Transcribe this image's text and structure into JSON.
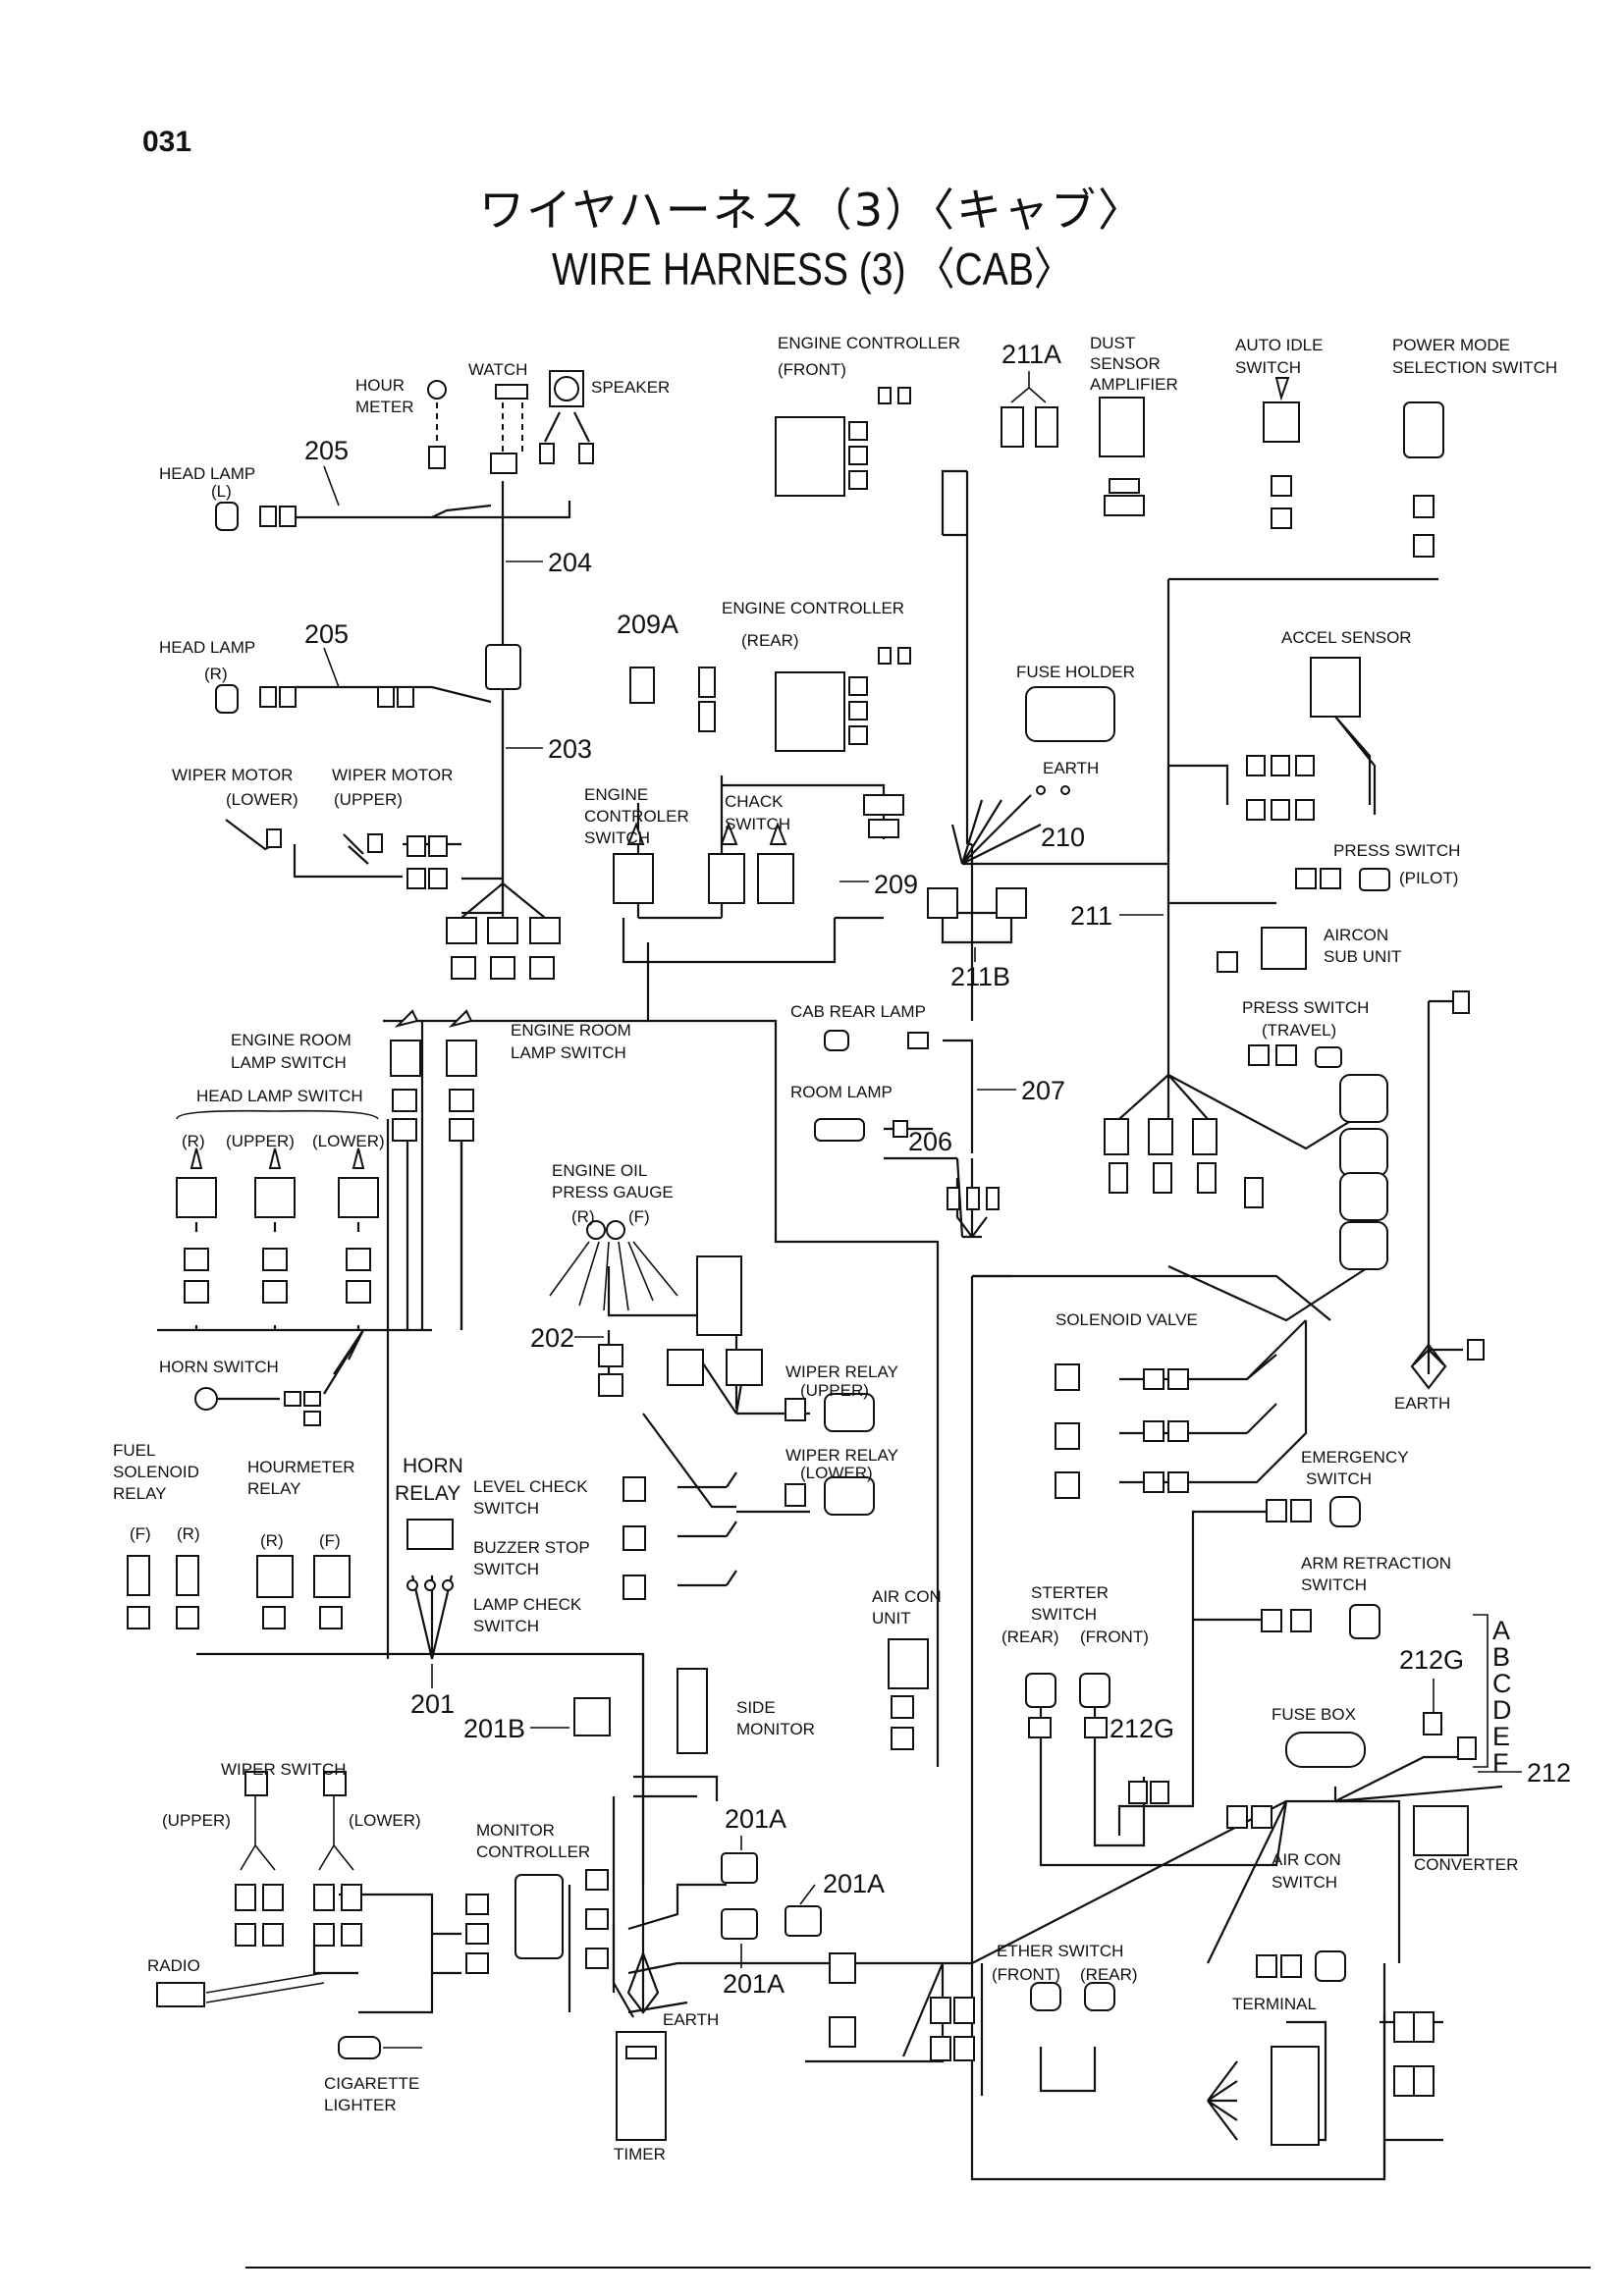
{
  "page_number": "031",
  "title_jp": "ワイヤハーネス（3）〈キャブ〉",
  "title_en": "WIRE HARNESS (3) 〈CAB〉",
  "labels": {
    "head_lamp_l": "HEAD LAMP",
    "head_lamp_l_side": "(L)",
    "hour_meter_1": "HOUR",
    "hour_meter_2": "METER",
    "watch": "WATCH",
    "speaker": "SPEAKER",
    "head_lamp_r": "HEAD LAMP",
    "head_lamp_r_side": "(R)",
    "wiper_motor_lower_1": "WIPER MOTOR",
    "wiper_motor_lower_2": "(LOWER)",
    "wiper_motor_upper_1": "WIPER MOTOR",
    "wiper_motor_upper_2": "(UPPER)",
    "engine_room_lamp_switch_a1": "ENGINE ROOM",
    "engine_room_lamp_switch_a2": "LAMP SWITCH",
    "engine_room_lamp_switch_b1": "ENGINE ROOM",
    "engine_room_lamp_switch_b2": "LAMP SWITCH",
    "head_lamp_switch": "HEAD LAMP SWITCH",
    "hls_r": "(R)",
    "hls_upper": "(UPPER)",
    "hls_lower": "(LOWER)",
    "horn_switch": "HORN SWITCH",
    "fuel_solenoid_relay_1": "FUEL",
    "fuel_solenoid_relay_2": "SOLENOID",
    "fuel_solenoid_relay_3": "RELAY",
    "fsr_f": "(F)",
    "fsr_r": "(R)",
    "hourmeter_relay_1": "HOURMETER",
    "hourmeter_relay_2": "RELAY",
    "hmr_r": "(R)",
    "hmr_f": "(F)",
    "horn_relay_1": "HORN",
    "horn_relay_2": "RELAY",
    "wiper_switch": "WIPER SWITCH",
    "ws_upper": "(UPPER)",
    "ws_lower": "(LOWER)",
    "radio": "RADIO",
    "cigarette_lighter_1": "CIGARETTE",
    "cigarette_lighter_2": "LIGHTER",
    "monitor_controller_1": "MONITOR",
    "monitor_controller_2": "CONTROLLER",
    "timer": "TIMER",
    "earth_bottom": "EARTH",
    "engine_controller_front_1": "ENGINE CONTROLLER",
    "engine_controller_front_2": "(FRONT)",
    "dust_sensor_1": "DUST",
    "dust_sensor_2": "SENSOR",
    "dust_sensor_3": "AMPLIFIER",
    "auto_idle_1": "AUTO IDLE",
    "auto_idle_2": "SWITCH",
    "power_mode_1": "POWER MODE",
    "power_mode_2": "SELECTION SWITCH",
    "engine_controller_rear_1": "ENGINE CONTROLLER",
    "engine_controller_rear_2": "(REAR)",
    "fuse_holder": "FUSE HOLDER",
    "accel_sensor": "ACCEL SENSOR",
    "earth_mid": "EARTH",
    "engine_controler_switch_1": "ENGINE",
    "engine_controler_switch_2": "CONTROLER",
    "engine_controler_switch_3": "SWITCH",
    "chack_switch_1": "CHACK",
    "chack_switch_2": "SWITCH",
    "press_switch_pilot_1": "PRESS SWITCH",
    "press_switch_pilot_2": "(PILOT)",
    "aircon_sub_unit_1": "AIRCON",
    "aircon_sub_unit_2": "SUB UNIT",
    "cab_rear_lamp": "CAB REAR LAMP",
    "room_lamp": "ROOM LAMP",
    "press_switch_travel_1": "PRESS SWITCH",
    "press_switch_travel_2": "(TRAVEL)",
    "engine_oil_press_gauge_1": "ENGINE OIL",
    "engine_oil_press_gauge_2": "PRESS GAUGE",
    "eopg_r": "(R)",
    "eopg_f": "(F)",
    "wiper_relay_upper_1": "WIPER RELAY",
    "wiper_relay_upper_2": "(UPPER)",
    "wiper_relay_lower_1": "WIPER RELAY",
    "wiper_relay_lower_2": "(LOWER)",
    "level_check_switch_1": "LEVEL CHECK",
    "level_check_switch_2": "SWITCH",
    "buzzer_stop_switch_1": "BUZZER STOP",
    "buzzer_stop_switch_2": "SWITCH",
    "lamp_check_switch_1": "LAMP CHECK",
    "lamp_check_switch_2": "SWITCH",
    "solenoid_valve": "SOLENOID VALVE",
    "earth_right": "EARTH",
    "emergency_switch_1": "EMERGENCY",
    "emergency_switch_2": "SWITCH",
    "arm_retraction_switch_1": "ARM RETRACTION",
    "arm_retraction_switch_2": "SWITCH",
    "air_con_unit_1": "AIR CON",
    "air_con_unit_2": "UNIT",
    "sterter_switch_1": "STERTER",
    "sterter_switch_2": "SWITCH",
    "ss_rear": "(REAR)",
    "ss_front": "(FRONT)",
    "side_monitor_1": "SIDE",
    "side_monitor_2": "MONITOR",
    "fuse_box": "FUSE BOX",
    "converter": "CONVERTER",
    "air_con_switch_1": "AIR CON",
    "air_con_switch_2": "SWITCH",
    "ether_switch_1": "ETHER SWITCH",
    "ether_switch_2": "(FRONT)",
    "ether_switch_3": "(REAR)",
    "terminal": "TERMINAL"
  },
  "callouts": {
    "n205a": "205",
    "n205b": "205",
    "n204": "204",
    "n203": "203",
    "n209a": "209A",
    "n211a": "211A",
    "n210": "210",
    "n209": "209",
    "n211": "211",
    "n211b": "211B",
    "n207": "207",
    "n206": "206",
    "n202": "202",
    "n201": "201",
    "n201b": "201B",
    "n201a_1": "201A",
    "n201a_2": "201A",
    "n201a_3": "201A",
    "n212g_1": "212G",
    "n212g_2": "212G",
    "n212": "212"
  },
  "fuse_box_letters": [
    "A",
    "B",
    "C",
    "D",
    "E",
    "F"
  ]
}
